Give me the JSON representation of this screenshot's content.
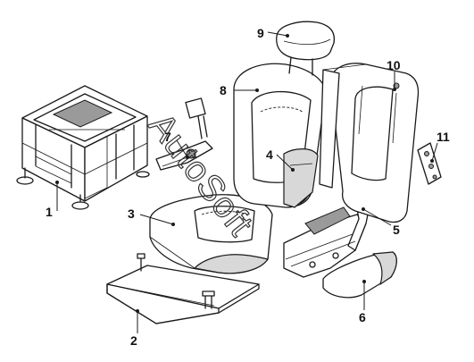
{
  "watermark": "AutoSoft",
  "callouts": {
    "c1": "1",
    "c2": "2",
    "c3": "3",
    "c4": "4",
    "c5": "5",
    "c6": "6",
    "c7": "7",
    "c8": "8",
    "c9": "9",
    "c10": "10",
    "c11": "11"
  }
}
